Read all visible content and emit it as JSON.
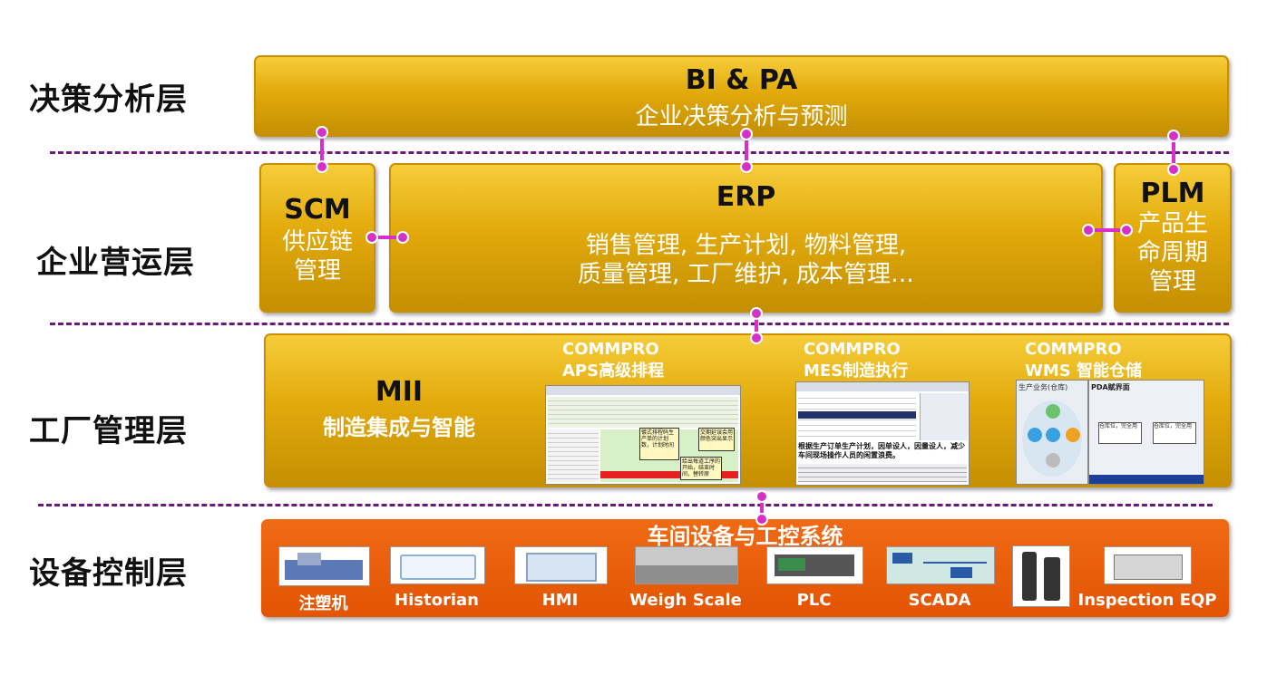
{
  "layers": {
    "decision": "决策分析层",
    "operation": "企业营运层",
    "factory": "工厂管理层",
    "equipment": "设备控制层"
  },
  "bi": {
    "title": "BI  & PA",
    "subtitle": "企业决策分析与预测"
  },
  "scm": {
    "title": "SCM",
    "line1": "供应链",
    "line2": "管理"
  },
  "erp": {
    "title": "ERP",
    "line1": "销售管理, 生产计划, 物料管理,",
    "line2": "质量管理, 工厂维护, 成本管理…"
  },
  "plm": {
    "title": "PLM",
    "line1": "产品生",
    "line2": "命周期",
    "line3": "管理"
  },
  "mii": {
    "title": "MII",
    "subtitle": "制造集成与智能"
  },
  "products": [
    {
      "brand": "COMMPRO",
      "name": "APS高级排程"
    },
    {
      "brand": "COMMPRO",
      "name": "MES制造执行"
    },
    {
      "brand": "COMMPRO",
      "name": "WMS 智能仓储"
    }
  ],
  "aps_callouts": [
    "镀式排程码生产单的计划数，计划时间",
    "交期延误会用颜色突出显示",
    "给出每道工序的开始，结束时间，替转原"
  ],
  "mes_caption": "根据生产订单生产计划，因单设人，因量设人，减少车间现场操作人员的闲置浪费。",
  "wms_text": {
    "panel_title": "生产业务(仓库)",
    "pda_title": "PDA赋界面",
    "msg1": "仓库位，完全用",
    "msg2": "仓库位，完全用"
  },
  "equipment": {
    "title": "车间设备与工控系统",
    "devices": [
      "注塑机",
      "Historian",
      "HMI",
      "Weigh Scale",
      "PLC",
      "SCADA",
      "Inspection EQP"
    ]
  }
}
